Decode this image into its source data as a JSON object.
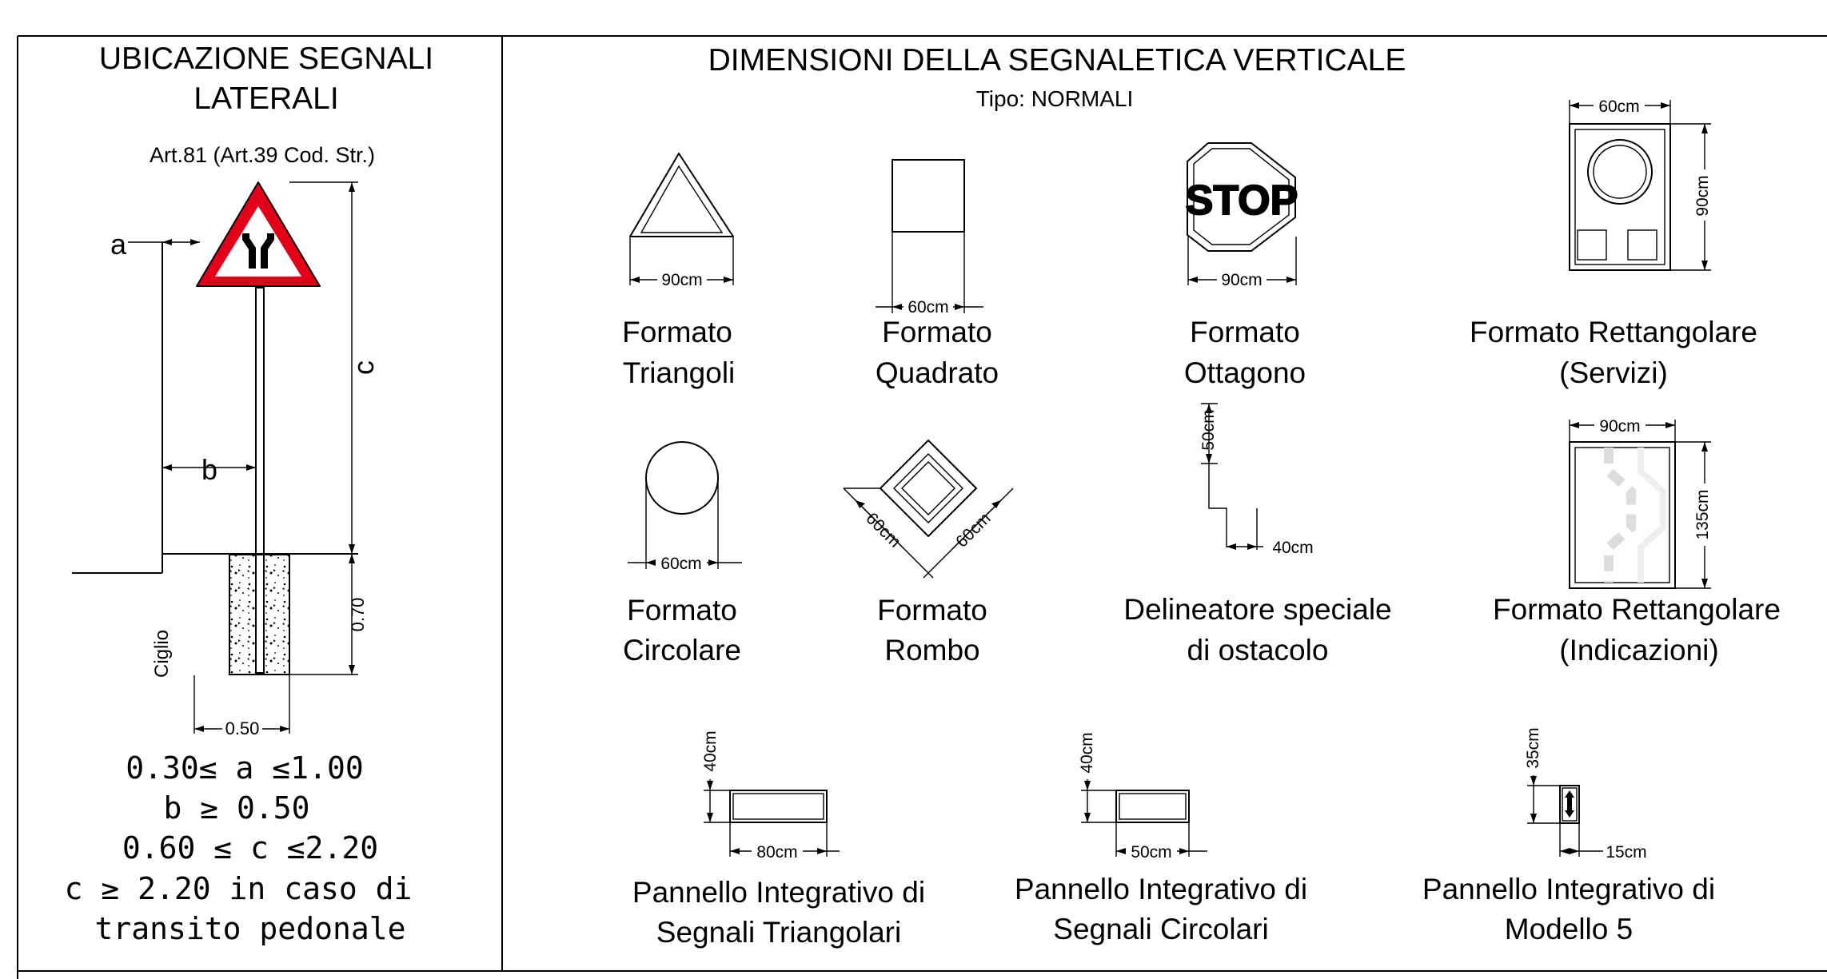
{
  "left_panel": {
    "title_line1": "UBICAZIONE SEGNALI",
    "title_line2": "LATERALI",
    "article": "Art.81 (Art.39 Cod. Str.)",
    "dim_a": "a",
    "dim_b": "b",
    "dim_c": "c",
    "dim_depth": "0.70",
    "dim_width": "0.50",
    "ciglio": "Ciglio",
    "rule1": "0.30≤  a  ≤1.00",
    "rule2": "b  ≥  0.50",
    "rule3": "0.60  ≤  c  ≤2.20",
    "rule4": "c  ≥  2.20  in  caso  di",
    "rule5": "transito  pedonale"
  },
  "right_panel": {
    "title": "DIMENSIONI DELLA SEGNALETICA VERTICALE",
    "subtitle": "Tipo: NORMALI",
    "triangle": {
      "dim": "90cm",
      "line1": "Formato",
      "line2": "Triangoli"
    },
    "square": {
      "dim": "60cm",
      "line1": "Formato",
      "line2": "Quadrato"
    },
    "octagon": {
      "sign_text": "STOP",
      "dim": "90cm",
      "line1": "Formato",
      "line2": "Ottagono"
    },
    "rect_services": {
      "dim_w": "60cm",
      "dim_h": "90cm",
      "line1": "Formato Rettangolare",
      "line2": "(Servizi)"
    },
    "circle": {
      "dim": "60cm",
      "line1": "Formato",
      "line2": "Circolare"
    },
    "rhombus": {
      "dim_left": "60cm",
      "dim_right": "60cm",
      "line1": "Formato",
      "line2": "Rombo"
    },
    "delineator": {
      "dim_h": "50cm",
      "dim_w": "40cm",
      "line1": "Delineatore speciale",
      "line2": "di ostacolo"
    },
    "rect_indications": {
      "dim_w": "90cm",
      "dim_h": "135cm",
      "line1": "Formato Rettangolare",
      "line2": "(Indicazioni)"
    },
    "panel_triangular": {
      "dim_h": "40cm",
      "dim_w": "80cm",
      "line1": "Pannello Integrativo di",
      "line2": "Segnali Triangolari"
    },
    "panel_circular": {
      "dim_h": "40cm",
      "dim_w": "50cm",
      "line1": "Pannello Integrativo di",
      "line2": "Segnali Circolari"
    },
    "panel_model5": {
      "dim_h": "35cm",
      "dim_w": "15cm",
      "line1": "Pannello Integrativo di",
      "line2": "Modello 5"
    }
  },
  "colors": {
    "sign_red": "#e3001b",
    "ink": "#000000",
    "paper": "#ffffff"
  }
}
